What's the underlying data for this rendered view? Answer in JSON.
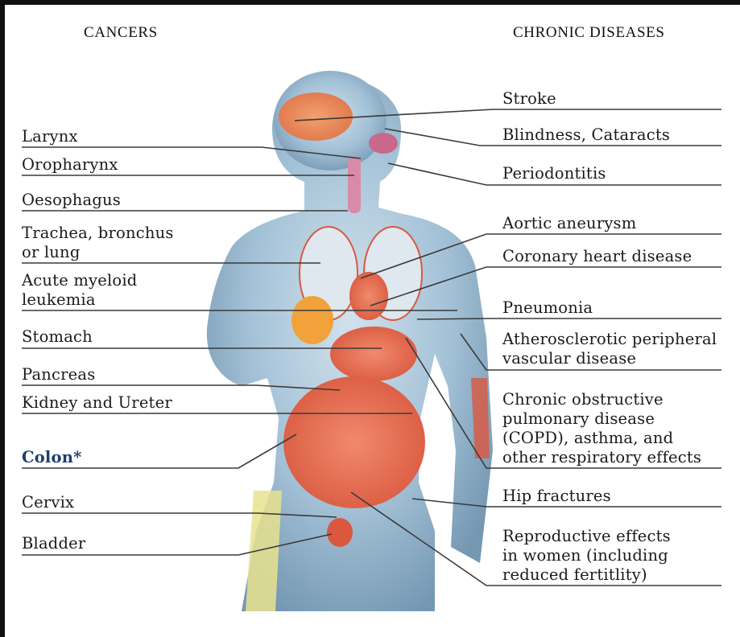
{
  "headers": {
    "cancers": "CANCERS",
    "chronic": "CHRONIC DISEASES"
  },
  "cancers": [
    "Larynx",
    "Oropharynx",
    "Oesophagus",
    "Trachea, bronchus",
    "or lung",
    "Acute myeloid",
    "leukemia",
    "Stomach",
    "Pancreas",
    "Kidney and Ureter",
    "Colon*",
    "Cervix",
    "Bladder"
  ],
  "chronic_diseases": [
    "Stroke",
    "Blindness, Cataracts",
    "Periodontitis",
    "Aortic aneurysm",
    "Coronary heart disease",
    "Pneumonia",
    "Atherosclerotic peripheral",
    "vascular disease",
    "Chronic obstructive",
    "pulmonary disease",
    "(COPD), asthma, and",
    "other respiratory effects",
    "Hip fractures",
    "Reproductive effects",
    "in women (including",
    "reduced fertitlity)"
  ],
  "colors": {
    "highlight_label": "#1d3f6e",
    "body": "#8fb2cc",
    "organs": "#e8644a"
  }
}
